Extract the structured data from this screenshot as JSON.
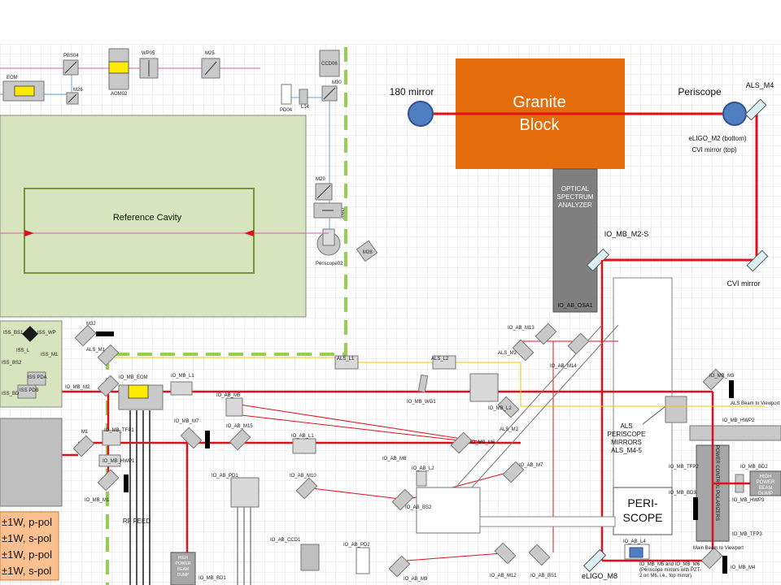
{
  "granite": {
    "line1": "Granite",
    "line2": "Block"
  },
  "cavity": {
    "label": "Reference Cavity"
  },
  "osa": {
    "l1": "OPTICAL",
    "l2": "SPECTRUM",
    "l3": "ANALYZER",
    "id": "IO_AB_OSA1"
  },
  "periscope_box": {
    "l1": "PERI-",
    "l2": "SCOPE"
  },
  "als_periscope": {
    "l1": "ALS",
    "l2": "PERISCOPE",
    "l3": "MIRRORS",
    "l4": "ALS_M4-5"
  },
  "callouts": {
    "mirror180": "180 mirror",
    "periscope": "Periscope",
    "als_m4": "ALS_M4",
    "elig_m2": "eLIGO_M2 (bottom)",
    "cvi_top": "CVI mirror (top)",
    "cvi": "CVI mirror",
    "io_mb_m2s": "IO_MB_M2-S",
    "elig_m8": "eLIGO_M8"
  },
  "power_control": "POWER CONTROL POLARIZERS",
  "hp_dump": {
    "l1": "HIGH",
    "l2": "POWER",
    "l3": "BEAM",
    "l4": "DUMP"
  },
  "hp_dump_left": {
    "l1": "HIGH",
    "l2": "POWER",
    "l3": "BEAM",
    "l4": "DUMP"
  },
  "rf_feed": "RF FEED",
  "pm_note": {
    "l1": "IO_MB_M5 and IO_MB_M6",
    "l2": "(Periscope mirrors with PZT-",
    "l3": "2 on M6, i.e., top mirror)"
  },
  "labels": {
    "pbs04": "PBS04",
    "wp05": "WP05",
    "m25": "M25",
    "eom": "EOM",
    "m26": "M26",
    "aom02": "AOM02",
    "ccd06": "CCD06",
    "m30": "M30",
    "pd04": "PD04",
    "l14": "L14",
    "m29": "M29",
    "hwp": "HWP",
    "periscope02": "Periscope02",
    "m28": "M28",
    "m32": "M32",
    "iss_bs1": "ISS_BS1",
    "iss_wp": "ISS_WP",
    "iss_l": "ISS_L",
    "iss_m1": "ISS_M1",
    "iss_bs2": "ISS_BS2",
    "iss_pda": "ISS PDA",
    "iss_pdb": "ISS PDB",
    "iss_bd": "ISS_BD",
    "als_m1": "ALS_M1",
    "als_l1": "ALS_L1",
    "als_l2": "ALS_L2",
    "io_ab_m13": "IO_AB_M13",
    "als_m2": "ALS_M2",
    "io_ab_m14": "IO_AB_M14",
    "io_mb_m3": "IO_MB_M3",
    "io_mb_m2": "IO_MB_M2",
    "io_mb_eom": "IO_MB_EOM",
    "io_mb_l1": "IO_MB_L1",
    "io_ab_m5": "IO_AB_M5",
    "io_mb_wg1": "IO_MB_WG1",
    "io_mb_l2": "IO_MB_L2",
    "als_m3": "ALS_M3",
    "io_mb_hwp2": "IO_MB_HWP2",
    "io_mb_m7": "IO_MB_M7",
    "io_ab_m15": "IO_AB_M15",
    "io_mb_tfp1": "IO_MB_TFP1",
    "io_ab_l1": "IO_AB_L1",
    "io_mb_m6": "IO_MB_M6",
    "io_mb_hwp1": "IO_MB_HWP1",
    "io_ab_m8": "IO_AB_M8",
    "io_ab_l2": "IO_AB_L2",
    "io_ab_m7": "IO_AB_M7",
    "io_mb_tfp2": "IO_MB_TFP2",
    "io_mb_bd2": "IO_MB_BD2",
    "io_mb_m1": "IO_MB_M1",
    "io_ab_pd1": "IO_AB_PD1",
    "io_ab_m10": "IO_AB_M10",
    "io_ab_bs2": "IO_AB_BS2",
    "io_mb_bd3": "IO_MB_BD3",
    "io_mb_hwp3": "IO_MB_HWP3",
    "io_mb_tfp3": "IO_MB_TFP3",
    "io_ab_ccd1": "IO_AB_CCD1",
    "io_ab_pd2": "IO_AB_PD2",
    "io_ab_l4": "IO_AB_L4",
    "io_mb_m4": "IO_MB_M4",
    "io_mb_bd1": "IO_MB_BD1",
    "io_ab_m9": "IO_AB_M9",
    "io_ab_m12": "IO_AB_M12",
    "io_ab_bs1": "IO_AB_BS1",
    "m1": "M1",
    "als_beam": "ALS Beam to Viewport",
    "main_beam": "Main Beam to Viewport"
  },
  "pol_box": [
    "±1W, p-pol",
    "±1W, s-pol",
    "±1W, p-pol",
    "±1W, s-pol"
  ],
  "colors": {
    "beam": "#e0101a",
    "grid": "#d4d4d4",
    "green_box": "#d7e4bd",
    "granite": "#e46c0a",
    "mirror_blue": "#4f7fc1",
    "als_green": "#92d050",
    "yellow": "#f5e23b",
    "pol_box": "#fac090"
  }
}
